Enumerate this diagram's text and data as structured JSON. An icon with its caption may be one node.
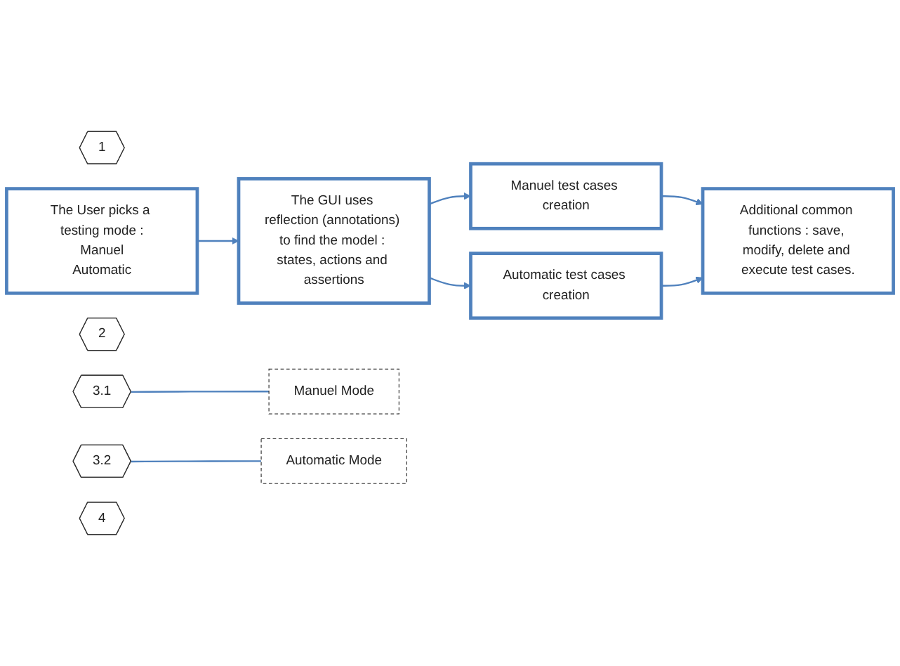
{
  "diagram": {
    "nodes": [
      {
        "text": [
          "1"
        ]
      },
      {
        "text": [
          "The User picks a testing mode :",
          "Manuel",
          "Automatic"
        ]
      },
      {
        "text": [
          "2"
        ]
      },
      {
        "text": [
          "The GUI uses reflection (annotations) to find the model : states, actions and assertions"
        ]
      },
      {
        "text": [
          "3.1"
        ]
      },
      {
        "text": [
          "Manuel Mode"
        ]
      },
      {
        "text": [
          "Manuel test cases creation"
        ]
      },
      {
        "text": [
          "3.2"
        ]
      },
      {
        "text": [
          "Automatic Mode"
        ]
      },
      {
        "text": [
          "Automatic test cases creation"
        ]
      },
      {
        "text": [
          "4"
        ]
      },
      {
        "text": [
          "Additional common functions : save, modify, delete and execute test cases."
        ]
      }
    ],
    "edges": [
      {
        "from": 1,
        "to": 3,
        "arrow": "to"
      },
      {
        "from": 3,
        "to": 6,
        "arrow": "to"
      },
      {
        "from": 3,
        "to": 9,
        "arrow": "to"
      },
      {
        "from": 6,
        "to": 11,
        "arrow": "to"
      },
      {
        "from": 9,
        "to": 11,
        "arrow": "to"
      },
      {
        "from": 4,
        "to": 5,
        "arrow": "none"
      },
      {
        "from": 7,
        "to": 8,
        "arrow": "none"
      }
    ]
  }
}
